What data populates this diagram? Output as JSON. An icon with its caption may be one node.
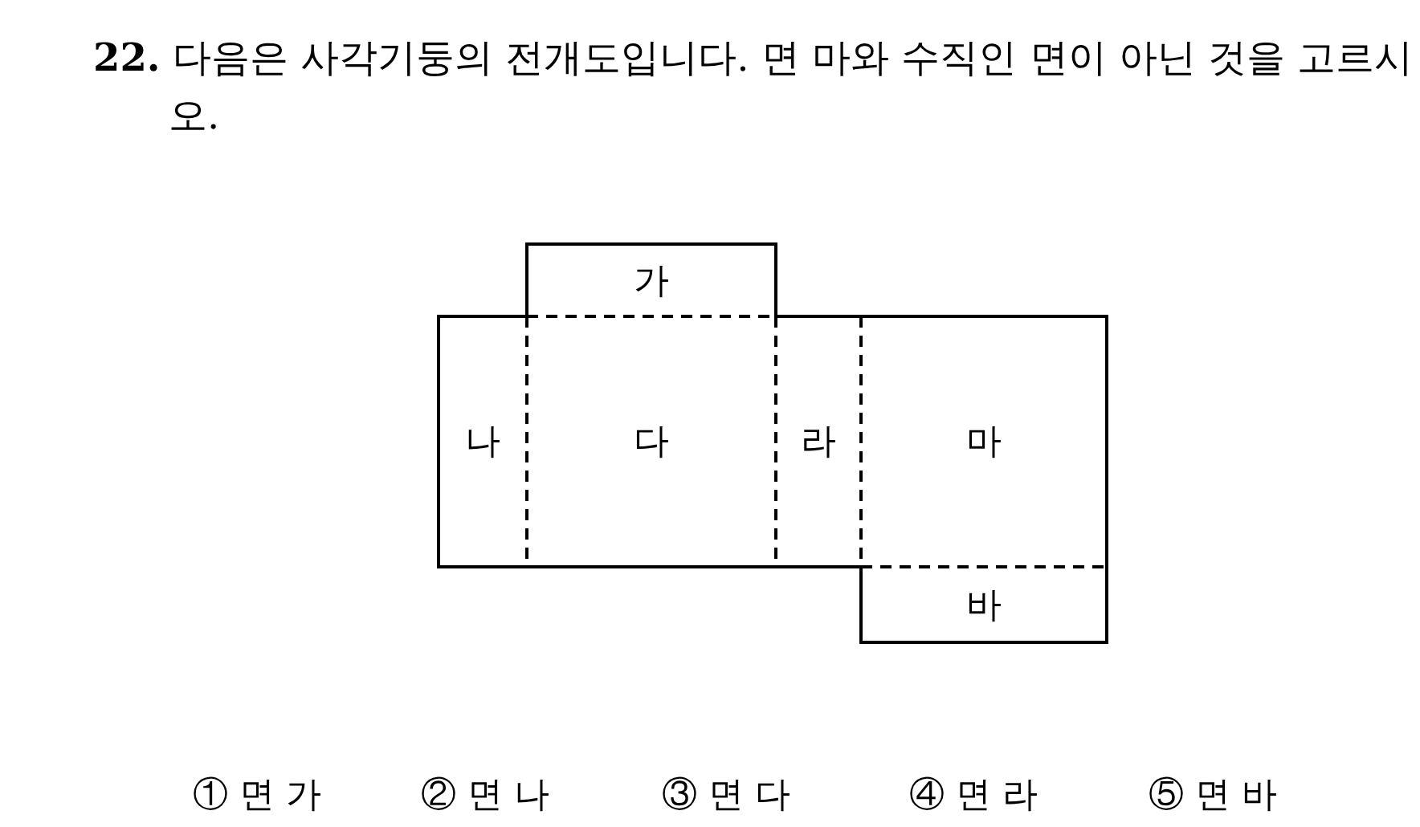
{
  "diagram": {
    "title": "**22.** 다음은 사각기둥의 전개도입니다. 면 마와 수직인 면이 아닌 것을 고르시오.",
    "nodes": [
      {
        "text": [
          "가"
        ]
      },
      {
        "text": [
          "나"
        ]
      },
      {
        "text": [
          "다"
        ]
      },
      {
        "text": [
          "라"
        ]
      },
      {
        "text": [
          "마"
        ]
      },
      {
        "text": [
          "바"
        ]
      }
    ],
    "labels": [
      "① 면 가",
      "② 면 나",
      "③ 면 다",
      "④ 면 라",
      "⑤ 면 바"
    ]
  }
}
